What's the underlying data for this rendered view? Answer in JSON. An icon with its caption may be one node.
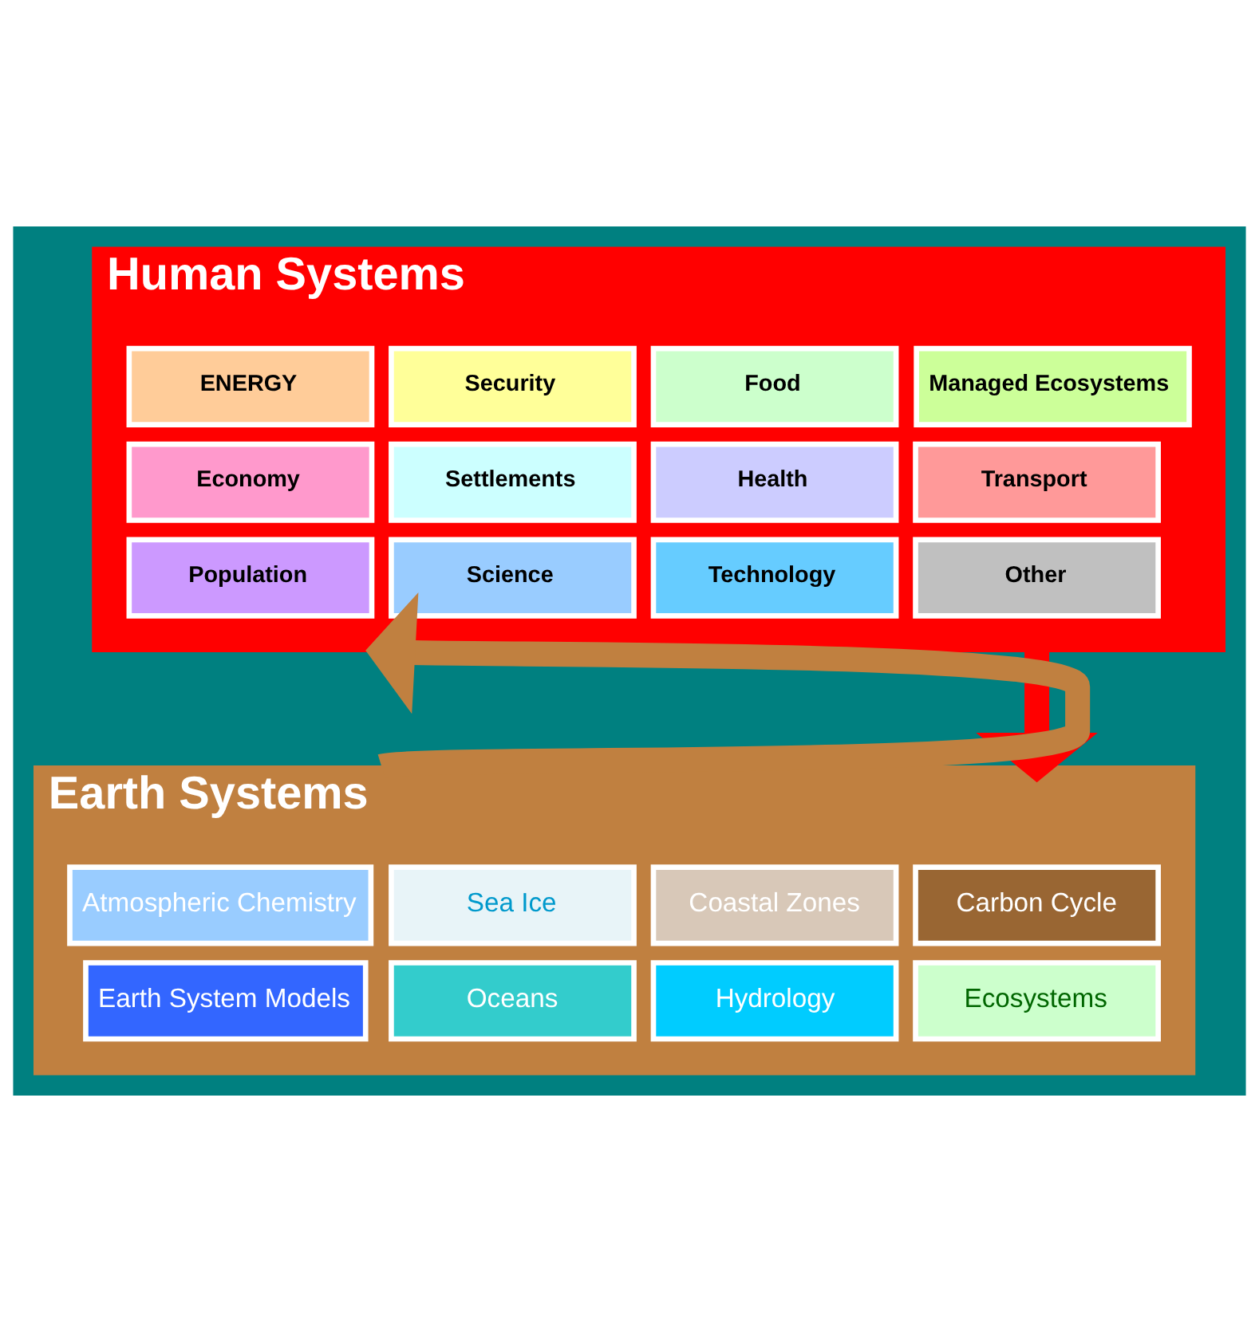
{
  "diagram": {
    "nodes": [
      {
        "text": [
          "Human Systems"
        ]
      },
      {
        "text": [
          "ENERGY"
        ],
        "in": 0
      },
      {
        "text": [
          "Security"
        ],
        "in": 0
      },
      {
        "text": [
          "Food"
        ],
        "in": 0
      },
      {
        "text": [
          "Managed Ecosystems"
        ],
        "in": 0
      },
      {
        "text": [
          "Economy"
        ],
        "in": 0
      },
      {
        "text": [
          "Settlements"
        ],
        "in": 0
      },
      {
        "text": [
          "Health"
        ],
        "in": 0
      },
      {
        "text": [
          "Transport"
        ],
        "in": 0
      },
      {
        "text": [
          "Population"
        ],
        "in": 0
      },
      {
        "text": [
          "Science"
        ],
        "in": 0
      },
      {
        "text": [
          "Technology"
        ],
        "in": 0
      },
      {
        "text": [
          "Other"
        ],
        "in": 0
      },
      {
        "text": [
          "Earth Systems"
        ]
      },
      {
        "text": [
          "Atmospheric Chemistry"
        ],
        "in": 13
      },
      {
        "text": [
          "Sea Ice"
        ],
        "in": 13
      },
      {
        "text": [
          "Coastal Zones"
        ],
        "in": 13
      },
      {
        "text": [
          "Carbon Cycle"
        ],
        "in": 13
      },
      {
        "text": [
          "Earth System Models"
        ],
        "in": 13
      },
      {
        "text": [
          "Oceans"
        ],
        "in": 13
      },
      {
        "text": [
          "Hydrology"
        ],
        "in": 13
      },
      {
        "text": [
          "Ecosystems"
        ],
        "in": 13
      }
    ],
    "edges": [
      {
        "from": 0,
        "to": 13,
        "arrow": "to",
        "color": "#ff0000"
      },
      {
        "from": 13,
        "to": 0,
        "arrow": "to",
        "color": "#c08040"
      }
    ]
  }
}
